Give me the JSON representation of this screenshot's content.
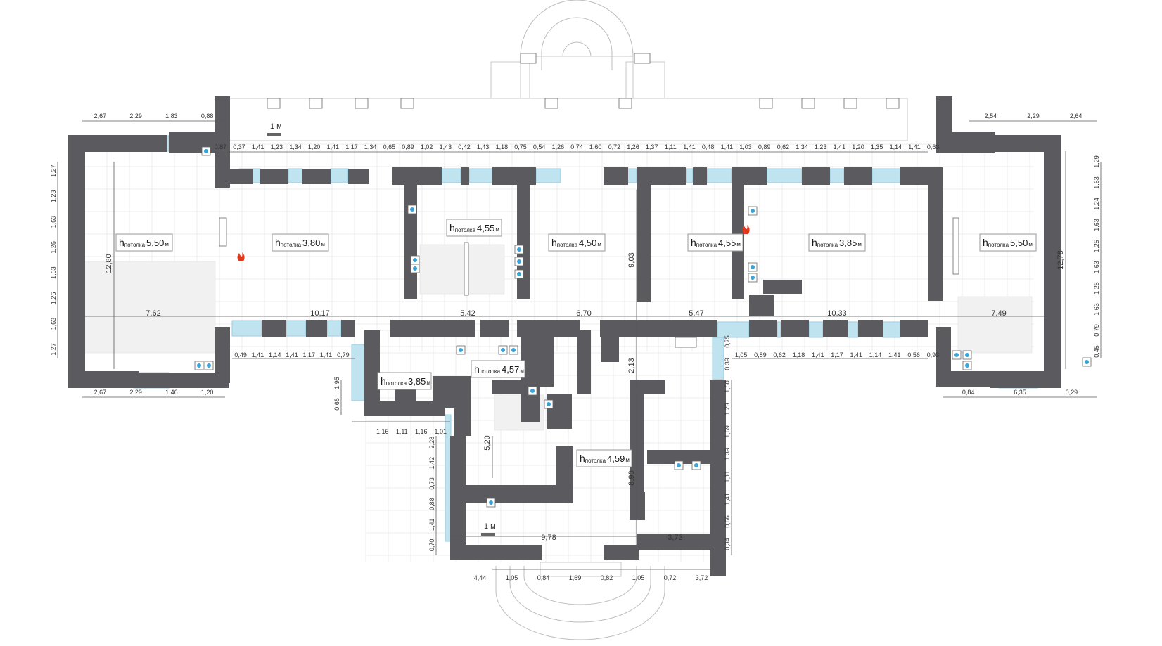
{
  "rooms": [
    {
      "h_sym": "h",
      "sub": "потолка",
      "value": "5,50",
      "unit": "м"
    },
    {
      "h_sym": "h",
      "sub": "потолка",
      "value": "3,80",
      "unit": "м"
    },
    {
      "h_sym": "h",
      "sub": "потолка",
      "value": "4,55",
      "unit": "м"
    },
    {
      "h_sym": "h",
      "sub": "потолка",
      "value": "4,50",
      "unit": "м"
    },
    {
      "h_sym": "h",
      "sub": "потолка",
      "value": "4,55",
      "unit": "м"
    },
    {
      "h_sym": "h",
      "sub": "потолка",
      "value": "3,85",
      "unit": "м"
    },
    {
      "h_sym": "h",
      "sub": "потолка",
      "value": "5,50",
      "unit": "м"
    },
    {
      "h_sym": "h",
      "sub": "потолка",
      "value": "3,85",
      "unit": "м"
    },
    {
      "h_sym": "h",
      "sub": "потолка",
      "value": "4,57",
      "unit": "м"
    },
    {
      "h_sym": "h",
      "sub": "потолка",
      "value": "4,59",
      "unit": "м"
    }
  ],
  "scale_bars": [
    {
      "label": "1 м"
    },
    {
      "label": "1 м"
    }
  ],
  "major_dims": [
    "7,62",
    "10,17",
    "5,42",
    "6,70",
    "5,47",
    "10,33",
    "7,49",
    "12,80",
    "12,78",
    "9,03",
    "2,13",
    "5,20",
    "8,90",
    "9,78",
    "3,73"
  ],
  "top_dims_left": [
    "2,67",
    "2,29",
    "1,83",
    "0,88"
  ],
  "top_dims_right": [
    "2,54",
    "2,29",
    "2,64"
  ],
  "bottom_dims_left": [
    "2,67",
    "2,29",
    "1,46",
    "1,20"
  ],
  "bottom_dims_right": [
    "0,84",
    "6,35",
    "0,29"
  ],
  "corridor_top_dims": [
    "0,87",
    "0,37",
    "1,41",
    "1,23",
    "1,34",
    "1,20",
    "1,41",
    "1,17",
    "1,34",
    "0,65",
    "0,89",
    "1,02",
    "1,43",
    "0,42",
    "1,43",
    "1,18",
    "0,75",
    "0,54",
    "1,26",
    "0,74",
    "1,60",
    "0,72",
    "1,26",
    "1,37",
    "1,11",
    "1,41",
    "0,48",
    "1,41",
    "1,03",
    "0,89",
    "0,62",
    "1,34",
    "1,23",
    "1,41",
    "1,20",
    "1,35",
    "1,14",
    "1,41",
    "0,63"
  ],
  "corridor_bottom_dims_left": [
    "0,49",
    "1,41",
    "1,14",
    "1,41",
    "1,17",
    "1,41",
    "0,79"
  ],
  "corridor_bottom_dims_right": [
    "1,05",
    "0,89",
    "0,62",
    "1,18",
    "1,41",
    "1,17",
    "1,41",
    "1,14",
    "1,41",
    "0,56",
    "0,93"
  ],
  "left_side_dims": [
    "1,27",
    "1,23",
    "1,63",
    "1,26",
    "1,63",
    "1,26",
    "1,63",
    "1,27"
  ],
  "right_side_dims": [
    "1,29",
    "1,63",
    "1,24",
    "1,63",
    "1,25",
    "1,63",
    "1,25",
    "1,63",
    "0,79",
    "0,45"
  ],
  "wing_left_dims": [
    "1,95",
    "0,66"
  ],
  "wing_bottom_dims": [
    "1,16",
    "1,11",
    "1,16",
    "1,01"
  ],
  "lower_left_dims": [
    "2,28",
    "1,42",
    "0,73",
    "0,88",
    "1,41",
    "0,70"
  ],
  "lower_right_dims": [
    "0,75",
    "0,39",
    "1,50",
    "1,23",
    "1,69",
    "1,39",
    "1,11",
    "1,41",
    "0,66",
    "0,34"
  ],
  "entrance_bottom_dims": [
    "4,44",
    "1,05",
    "0,84",
    "1,69",
    "0,82",
    "1,05",
    "0,72",
    "3,72"
  ]
}
